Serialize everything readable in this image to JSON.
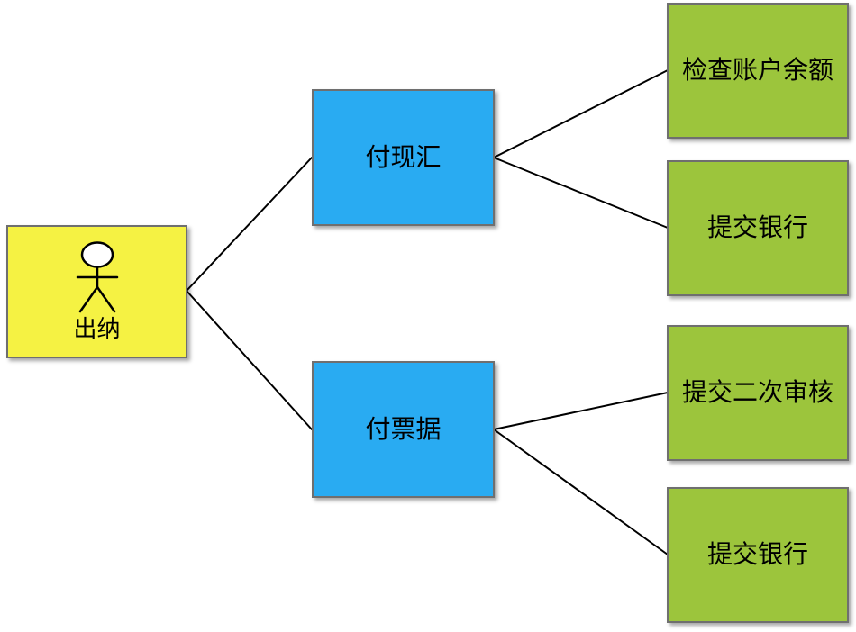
{
  "diagram": {
    "title": "cashier-payment-tree",
    "colors": {
      "actor_fill": "#f5f243",
      "branch_fill": "#29abf2",
      "leaf_fill": "#9cc53c",
      "border": "#6f6f6f",
      "connector": "#000000",
      "text": "#000000",
      "background": "#ffffff"
    },
    "nodes": {
      "actor": {
        "label": "出纳",
        "type": "actor",
        "icon": "stick-figure-actor-icon"
      },
      "branch1": {
        "label": "付现汇",
        "type": "branch"
      },
      "branch2": {
        "label": "付票据",
        "type": "branch"
      },
      "leaf1": {
        "label": "检查账户余额",
        "type": "leaf"
      },
      "leaf2": {
        "label": "提交银行",
        "type": "leaf"
      },
      "leaf3": {
        "label": "提交二次审核",
        "type": "leaf"
      },
      "leaf4": {
        "label": "提交银行",
        "type": "leaf"
      }
    },
    "edges": [
      {
        "from": "actor",
        "to": "branch1"
      },
      {
        "from": "actor",
        "to": "branch2"
      },
      {
        "from": "branch1",
        "to": "leaf1"
      },
      {
        "from": "branch1",
        "to": "leaf2"
      },
      {
        "from": "branch2",
        "to": "leaf3"
      },
      {
        "from": "branch2",
        "to": "leaf4"
      }
    ]
  }
}
